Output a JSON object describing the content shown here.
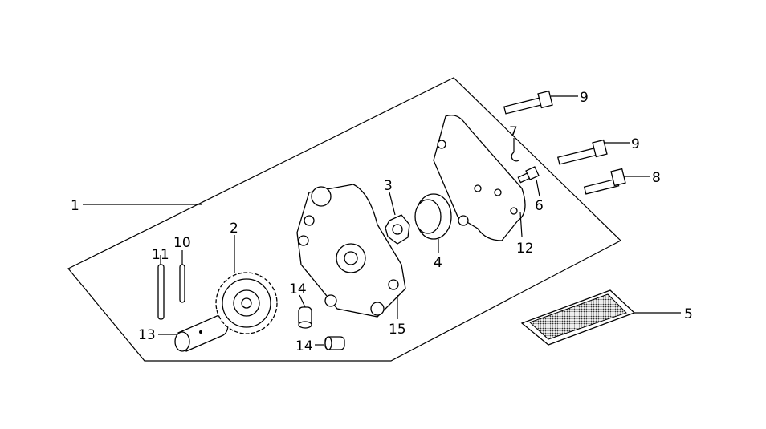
{
  "diagram": {
    "callouts": [
      {
        "id": "c1",
        "text": "1"
      },
      {
        "id": "c2",
        "text": "2"
      },
      {
        "id": "c3",
        "text": "3"
      },
      {
        "id": "c4",
        "text": "4"
      },
      {
        "id": "c5",
        "text": "5"
      },
      {
        "id": "c6",
        "text": "6"
      },
      {
        "id": "c7",
        "text": "7"
      },
      {
        "id": "c8",
        "text": "8"
      },
      {
        "id": "c9a",
        "text": "9"
      },
      {
        "id": "c9b",
        "text": "9"
      },
      {
        "id": "c10",
        "text": "10"
      },
      {
        "id": "c11",
        "text": "11"
      },
      {
        "id": "c12",
        "text": "12"
      },
      {
        "id": "c13",
        "text": "13"
      },
      {
        "id": "c14a",
        "text": "14"
      },
      {
        "id": "c14b",
        "text": "14"
      },
      {
        "id": "c15",
        "text": "15"
      }
    ]
  }
}
